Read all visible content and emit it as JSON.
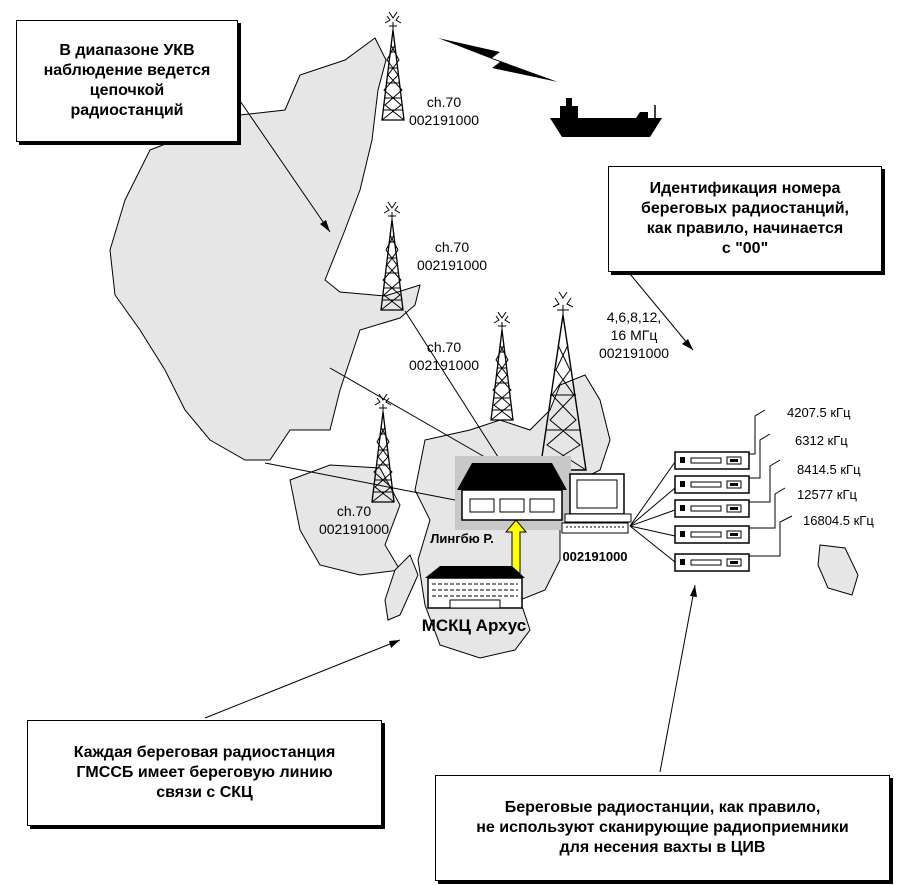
{
  "callouts": {
    "vhf_chain": "В диапазоне УКВ\nнаблюдение ведется\nцепочкой\nрадиостанций",
    "id_number": "Идентификация номера\nбереговых радиостанций,\nкак правило, начинается\nс \"00\"",
    "coast_link": "Каждая береговая радиостанция\nГМССБ имеет береговую линию\nсвязи с СКЦ",
    "no_scanning": "Береговые радиостанции, как правило,\nне используют сканирующие радиоприемники\nдля несения вахты в ЦИВ"
  },
  "stations": {
    "north": "ch.70\n002191000",
    "middle": "ch.70\n002191000",
    "lower": "ch.70\n002191000",
    "west": "ch.70\n002191000",
    "hf": "4,6,8,12,\n16 МГц\n002191000"
  },
  "labels": {
    "lyngby": "Лингбю Р.",
    "computer_id": "002191000",
    "mrcc": "МСКЦ Архус"
  },
  "receivers": {
    "frequencies": [
      "4207.5 кГц",
      "6312 кГц",
      "8414.5 кГц",
      "12577 кГц",
      "16804.5 кГц"
    ]
  },
  "colors": {
    "land": "#e6e6e6",
    "link_arrow": "#ffff00",
    "building_panel": "#c8c8c8"
  }
}
